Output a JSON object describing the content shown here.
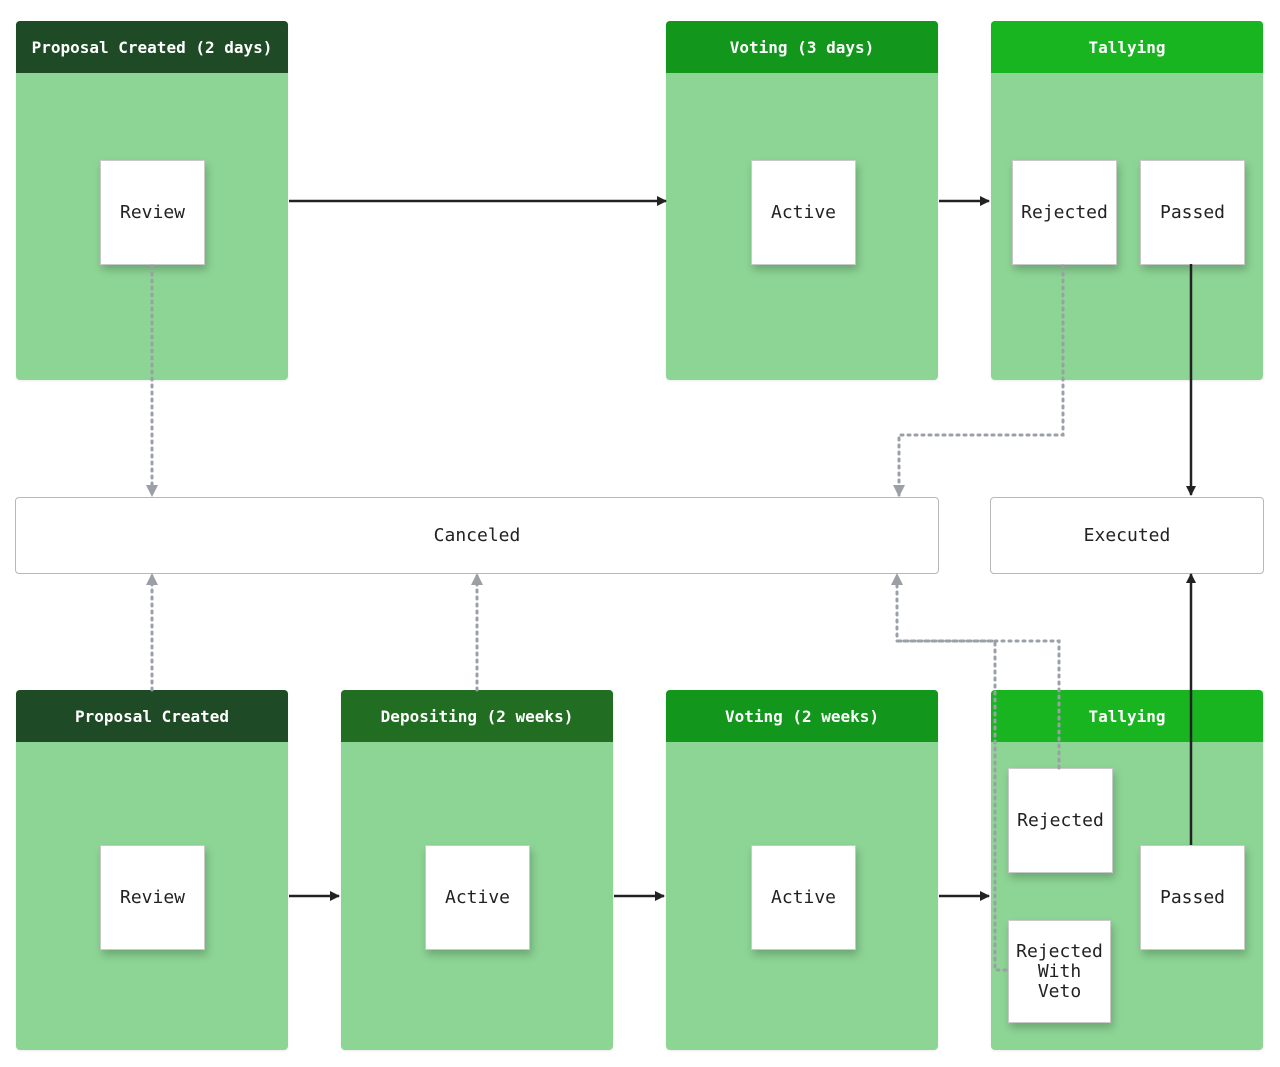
{
  "lanes": {
    "top_created": "Proposal Created (2 days)",
    "top_voting": "Voting (3 days)",
    "top_tallying": "Tallying",
    "bottom_created": "Proposal Created",
    "bottom_depositing": "Depositing (2 weeks)",
    "bottom_voting": "Voting (2 weeks)",
    "bottom_tallying": "Tallying"
  },
  "cards": {
    "top_review": "Review",
    "top_active": "Active",
    "top_rejected": "Rejected",
    "top_passed": "Passed",
    "bottom_review": "Review",
    "bottom_depositing_active": "Active",
    "bottom_voting_active": "Active",
    "bottom_rejected": "Rejected",
    "bottom_rejected_veto": "Rejected With Veto",
    "bottom_passed": "Passed"
  },
  "states": {
    "canceled": "Canceled",
    "executed": "Executed"
  },
  "colors": {
    "lane_body": "#8dd595",
    "header_dark": "#1e4a26",
    "header_medium": "#216e22",
    "header_green": "#12961b",
    "header_bright": "#18b521",
    "solid_edge": "#222222",
    "dotted_edge": "#9aa0a6"
  }
}
